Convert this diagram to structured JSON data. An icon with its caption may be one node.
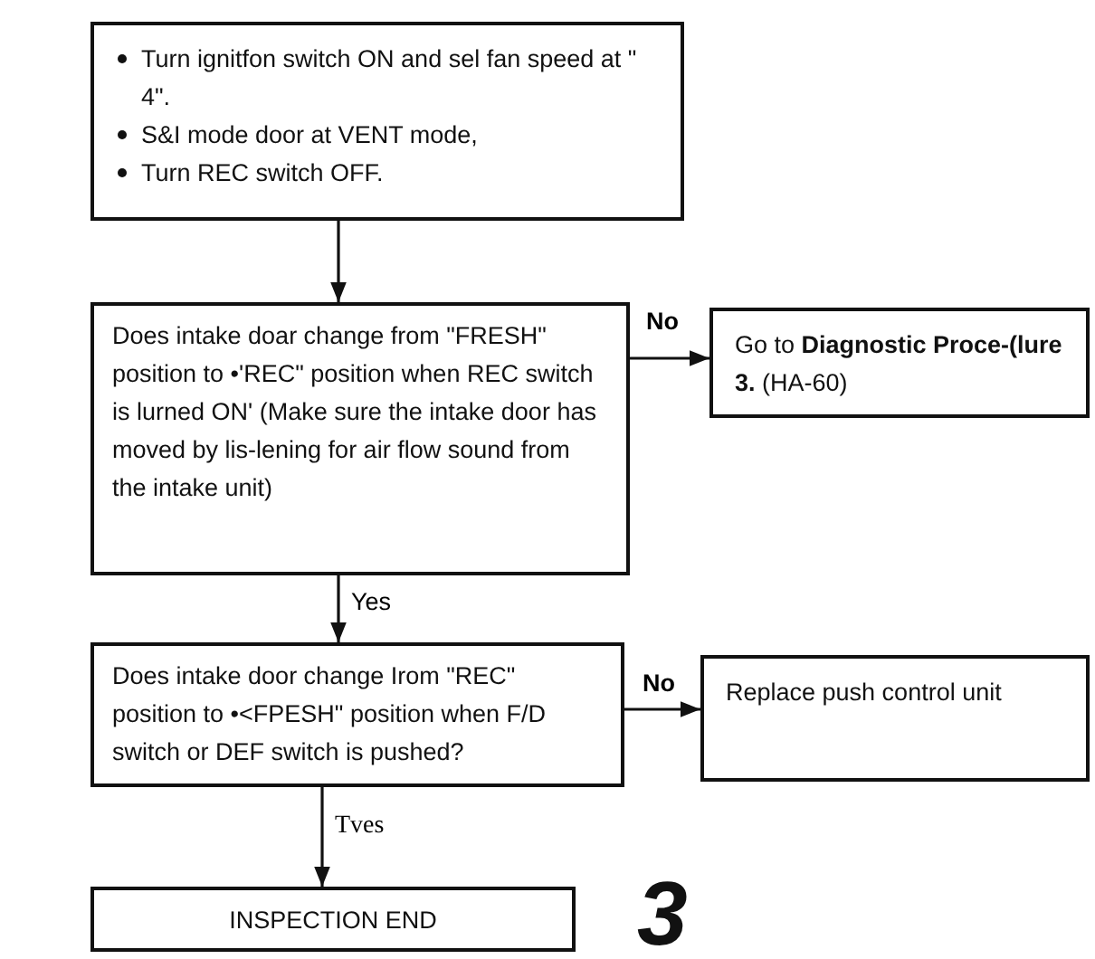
{
  "diagram": {
    "nodes": [
      {
        "text": [
          "Turn ignitfon switch ON and sel fan speed at \" 4\".",
          "S&I mode door at VENT mode,",
          "Turn REC switch OFF."
        ]
      },
      {
        "text": [
          "Does intake doar change from \"FRESH\" position to •'REC\" position when REC switch is lurned ON' (Make sure the intake door has moved by lis-lening for air flow sound from the intake unit)"
        ]
      },
      {
        "text": [
          "Go to **Diagnostic Proce-(lure 3.** (HA-60)"
        ]
      },
      {
        "text": [
          "Does intake door change Irom \"REC\" position to •<FPESH\" position when F/D switch or DEF switch is pushed?"
        ]
      },
      {
        "text": [
          "Replace push control unit"
        ]
      },
      {
        "text": [
          "INSPECTION END"
        ]
      }
    ],
    "edges": [
      {
        "from": 0,
        "to": 1,
        "arrow": "to"
      },
      {
        "from": 1,
        "to": 2,
        "arrow": "to",
        "label": "No"
      },
      {
        "from": 1,
        "to": 3,
        "arrow": "to",
        "label": "Yes"
      },
      {
        "from": 3,
        "to": 4,
        "arrow": "to",
        "label": "No"
      },
      {
        "from": 3,
        "to": 5,
        "arrow": "to",
        "label": "Tves"
      }
    ],
    "labels": [
      "3"
    ]
  }
}
